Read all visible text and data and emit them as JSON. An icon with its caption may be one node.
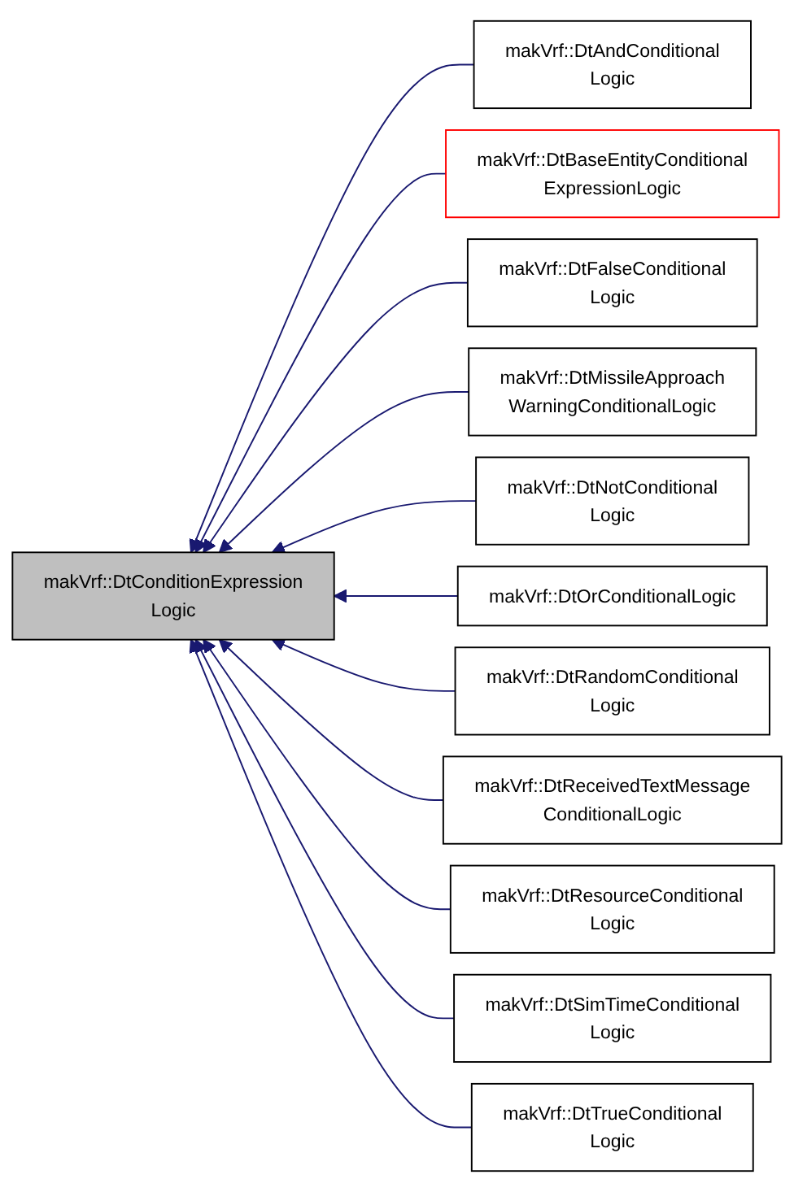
{
  "diagram": {
    "nodes": [
      {
        "text": [
          "makVrf::DtConditionExpression Logic"
        ]
      },
      {
        "text": [
          "makVrf::DtAndConditional Logic"
        ]
      },
      {
        "text": [
          "makVrf::DtBaseEntityConditional ExpressionLogic"
        ]
      },
      {
        "text": [
          "makVrf::DtFalseConditional Logic"
        ]
      },
      {
        "text": [
          "makVrf::DtMissileApproach WarningConditionalLogic"
        ]
      },
      {
        "text": [
          "makVrf::DtNotConditional Logic"
        ]
      },
      {
        "text": [
          "makVrf::DtOrConditionalLogic"
        ]
      },
      {
        "text": [
          "makVrf::DtRandomConditional Logic"
        ]
      },
      {
        "text": [
          "makVrf::DtReceivedTextMessage ConditionalLogic"
        ]
      },
      {
        "text": [
          "makVrf::DtResourceConditional Logic"
        ]
      },
      {
        "text": [
          "makVrf::DtSimTimeConditional Logic"
        ]
      },
      {
        "text": [
          "makVrf::DtTrueConditional Logic"
        ]
      }
    ],
    "edges": [
      {
        "from": 1,
        "to": 0,
        "arrow": "to"
      },
      {
        "from": 2,
        "to": 0,
        "arrow": "to"
      },
      {
        "from": 3,
        "to": 0,
        "arrow": "to"
      },
      {
        "from": 4,
        "to": 0,
        "arrow": "to"
      },
      {
        "from": 5,
        "to": 0,
        "arrow": "to"
      },
      {
        "from": 6,
        "to": 0,
        "arrow": "to"
      },
      {
        "from": 7,
        "to": 0,
        "arrow": "to"
      },
      {
        "from": 8,
        "to": 0,
        "arrow": "to"
      },
      {
        "from": 9,
        "to": 0,
        "arrow": "to"
      },
      {
        "from": 10,
        "to": 0,
        "arrow": "to"
      },
      {
        "from": 11,
        "to": 0,
        "arrow": "to"
      }
    ]
  }
}
